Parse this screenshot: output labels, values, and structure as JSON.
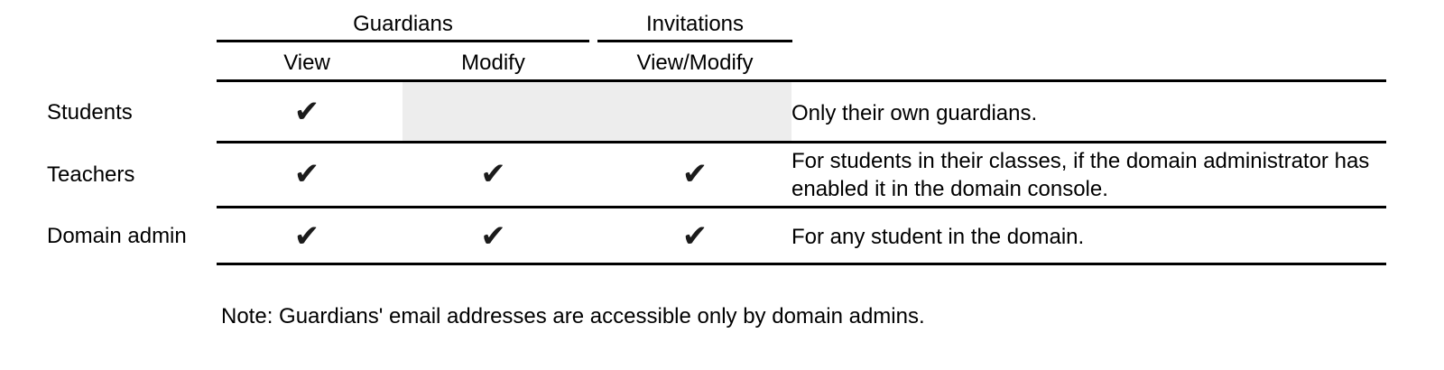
{
  "table": {
    "group_headers": [
      {
        "label": "Guardians",
        "spans": [
          "View",
          "Modify"
        ]
      },
      {
        "label": "Invitations",
        "spans": [
          "View/Modify"
        ]
      }
    ],
    "column_headers": {
      "row_label": "",
      "guardians_view": "View",
      "guardians_modify": "Modify",
      "invitations_viewmodify": "View/Modify",
      "description": ""
    },
    "rows": [
      {
        "label": "Students",
        "guardians_view": "✔",
        "guardians_modify": "",
        "guardians_modify_state": "not-available-shaded",
        "invitations_viewmodify": "",
        "invitations_viewmodify_state": "not-available-shaded",
        "description": "Only their own guardians."
      },
      {
        "label": "Teachers",
        "guardians_view": "✔",
        "guardians_modify": "✔",
        "invitations_viewmodify": "✔",
        "description": "For students in their classes, if the domain administrator has enabled it in the domain console."
      },
      {
        "label": "Domain admin",
        "guardians_view": "✔",
        "guardians_modify": "✔",
        "invitations_viewmodify": "✔",
        "description": "For any student in the domain."
      }
    ]
  },
  "note": "Note: Guardians' email addresses are accessible only by domain admins.",
  "colors": {
    "text": "#000000",
    "rule": "#000000",
    "shaded_cell": "#ededed",
    "background": "#ffffff"
  },
  "icons": {
    "check": "heavy-check-mark"
  }
}
